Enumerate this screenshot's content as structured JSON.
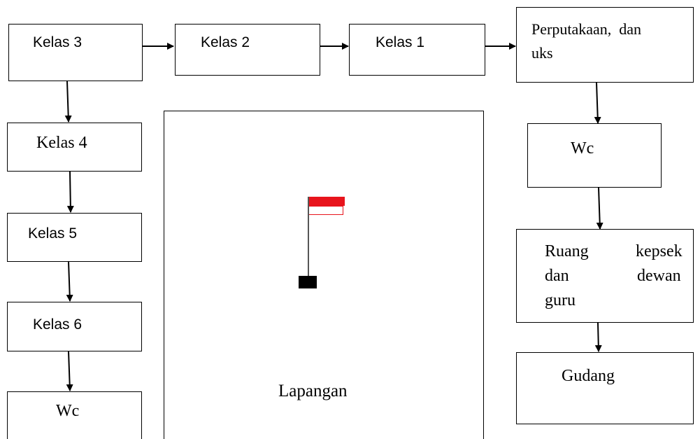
{
  "nodes": {
    "kelas3": "Kelas 3",
    "kelas2": "Kelas 2",
    "kelas1": "Kelas 1",
    "perpustakaan_line1": "Perputakaan,  dan",
    "perpustakaan_line2": "uks",
    "kelas4": "Kelas 4",
    "kelas5": "Kelas 5",
    "kelas6": "Kelas 6",
    "wc_left": "Wc",
    "wc_right": "Wc",
    "ruang_line1_a": "Ruang",
    "ruang_line1_b": "kepsek",
    "ruang_line2_a": "dan",
    "ruang_line2_b": "dewan",
    "ruang_line3": "guru",
    "gudang": "Gudang",
    "lapangan": "Lapangan"
  },
  "flag": {
    "top_color": "#e8141c",
    "bottom_color": "#ffffff",
    "pole_color": "#555555",
    "base_color": "#000000"
  },
  "edges": [
    [
      "kelas3",
      "kelas2"
    ],
    [
      "kelas2",
      "kelas1"
    ],
    [
      "kelas1",
      "perpustakaan"
    ],
    [
      "kelas3",
      "kelas4"
    ],
    [
      "kelas4",
      "kelas5"
    ],
    [
      "kelas5",
      "kelas6"
    ],
    [
      "kelas6",
      "wc_left"
    ],
    [
      "perpustakaan",
      "wc_right"
    ],
    [
      "wc_right",
      "ruang_kepsek"
    ],
    [
      "ruang_kepsek",
      "gudang"
    ]
  ]
}
